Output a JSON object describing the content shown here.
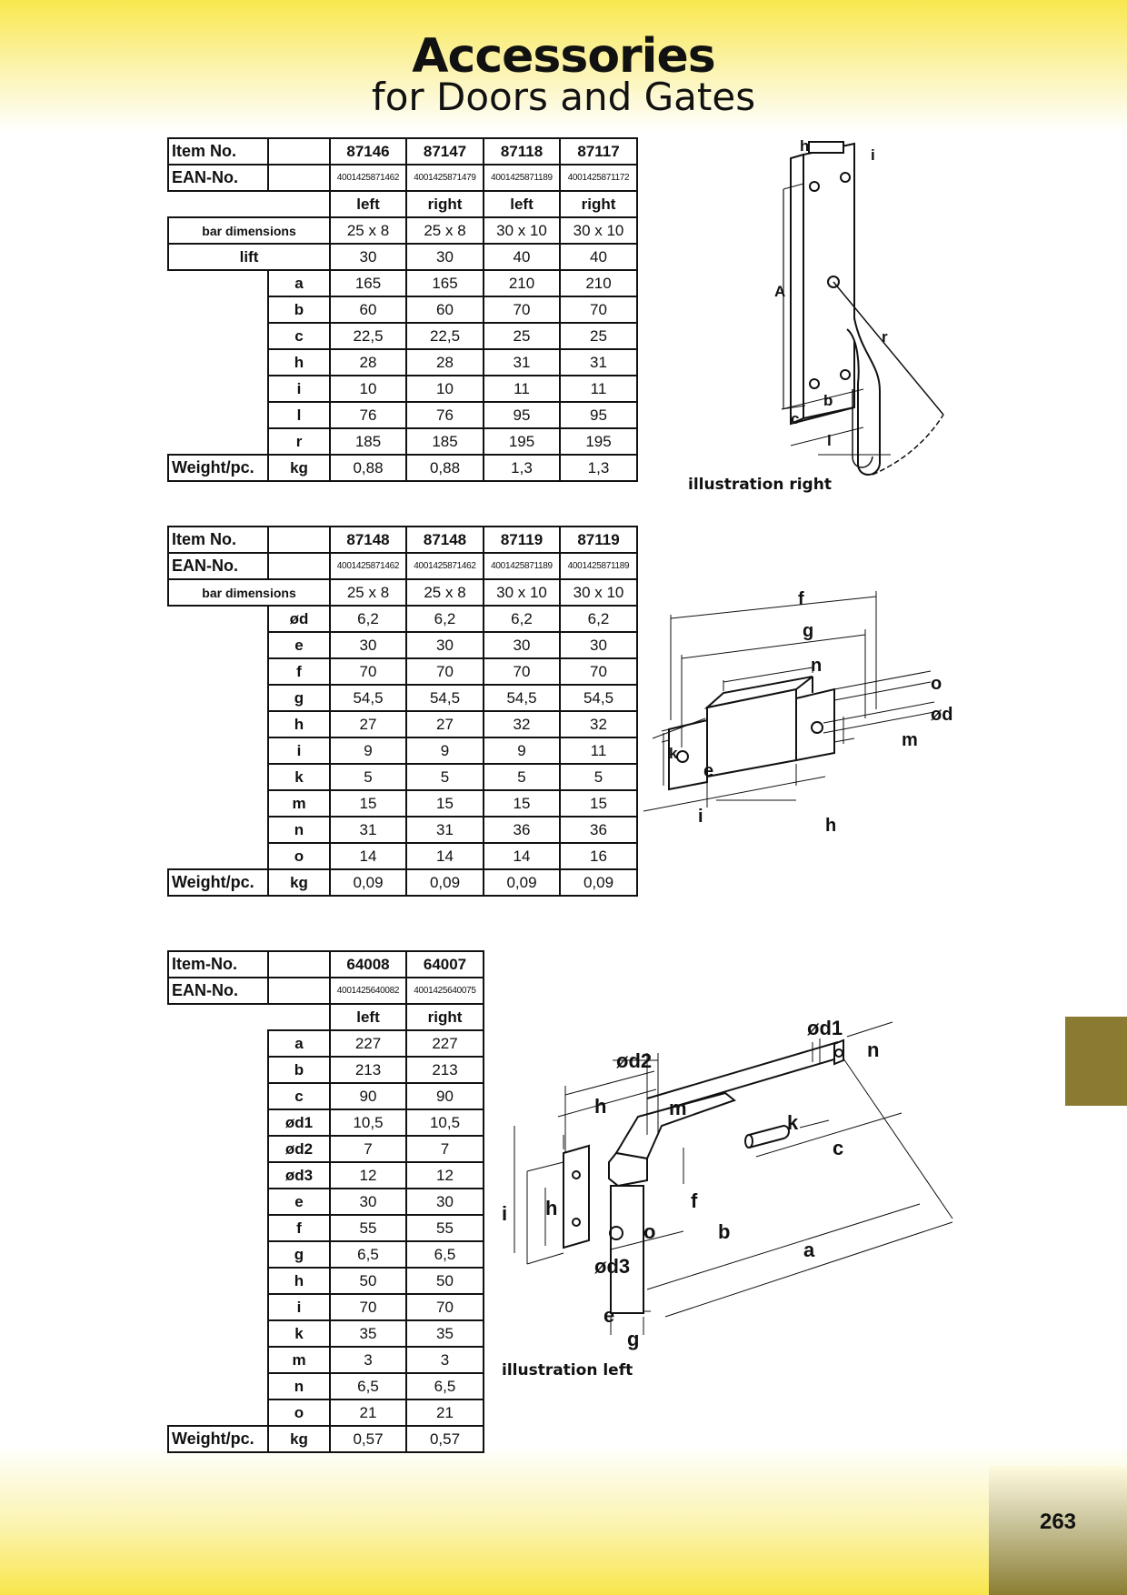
{
  "header": {
    "title": "Accessories",
    "subtitle": "for Doors and Gates"
  },
  "table1": {
    "item_label": "Item No.",
    "ean_label": "EAN-No.",
    "items": [
      "87146",
      "87147",
      "87118",
      "87117"
    ],
    "eans": [
      "4001425871462",
      "4001425871479",
      "4001425871189",
      "4001425871172"
    ],
    "sides": [
      "left",
      "right",
      "left",
      "right"
    ],
    "bar_label": "bar dimensions",
    "bar": [
      "25 x 8",
      "25 x 8",
      "30 x 10",
      "30 x 10"
    ],
    "lift_label": "lift",
    "lift": [
      "30",
      "30",
      "40",
      "40"
    ],
    "rows": [
      {
        "dim": "a",
        "v": [
          "165",
          "165",
          "210",
          "210"
        ]
      },
      {
        "dim": "b",
        "v": [
          "60",
          "60",
          "70",
          "70"
        ]
      },
      {
        "dim": "c",
        "v": [
          "22,5",
          "22,5",
          "25",
          "25"
        ]
      },
      {
        "dim": "h",
        "v": [
          "28",
          "28",
          "31",
          "31"
        ]
      },
      {
        "dim": "i",
        "v": [
          "10",
          "10",
          "11",
          "11"
        ]
      },
      {
        "dim": "l",
        "v": [
          "76",
          "76",
          "95",
          "95"
        ]
      },
      {
        "dim": "r",
        "v": [
          "185",
          "185",
          "195",
          "195"
        ]
      }
    ],
    "weight_label": "Weight/pc.",
    "weight_unit": "kg",
    "weight": [
      "0,88",
      "0,88",
      "1,3",
      "1,3"
    ]
  },
  "table2": {
    "item_label": "Item No.",
    "ean_label": "EAN-No.",
    "items": [
      "87148",
      "87148",
      "87119",
      "87119"
    ],
    "eans": [
      "4001425871462",
      "4001425871462",
      "4001425871189",
      "4001425871189"
    ],
    "bar_label": "bar dimensions",
    "bar": [
      "25 x 8",
      "25 x 8",
      "30 x 10",
      "30 x 10"
    ],
    "rows": [
      {
        "dim": "ød",
        "v": [
          "6,2",
          "6,2",
          "6,2",
          "6,2"
        ]
      },
      {
        "dim": "e",
        "v": [
          "30",
          "30",
          "30",
          "30"
        ]
      },
      {
        "dim": "f",
        "v": [
          "70",
          "70",
          "70",
          "70"
        ]
      },
      {
        "dim": "g",
        "v": [
          "54,5",
          "54,5",
          "54,5",
          "54,5"
        ]
      },
      {
        "dim": "h",
        "v": [
          "27",
          "27",
          "32",
          "32"
        ]
      },
      {
        "dim": "i",
        "v": [
          "9",
          "9",
          "9",
          "11"
        ]
      },
      {
        "dim": "k",
        "v": [
          "5",
          "5",
          "5",
          "5"
        ]
      },
      {
        "dim": "m",
        "v": [
          "15",
          "15",
          "15",
          "15"
        ]
      },
      {
        "dim": "n",
        "v": [
          "31",
          "31",
          "36",
          "36"
        ]
      },
      {
        "dim": "o",
        "v": [
          "14",
          "14",
          "14",
          "16"
        ]
      }
    ],
    "weight_label": "Weight/pc.",
    "weight_unit": "kg",
    "weight": [
      "0,09",
      "0,09",
      "0,09",
      "0,09"
    ]
  },
  "table3": {
    "item_label": "Item-No.",
    "ean_label": "EAN-No.",
    "items": [
      "64008",
      "64007"
    ],
    "eans": [
      "4001425640082",
      "4001425640075"
    ],
    "sides": [
      "left",
      "right"
    ],
    "rows": [
      {
        "dim": "a",
        "v": [
          "227",
          "227"
        ]
      },
      {
        "dim": "b",
        "v": [
          "213",
          "213"
        ]
      },
      {
        "dim": "c",
        "v": [
          "90",
          "90"
        ]
      },
      {
        "dim": "ød1",
        "v": [
          "10,5",
          "10,5"
        ]
      },
      {
        "dim": "ød2",
        "v": [
          "7",
          "7"
        ]
      },
      {
        "dim": "ød3",
        "v": [
          "12",
          "12"
        ]
      },
      {
        "dim": "e",
        "v": [
          "30",
          "30"
        ]
      },
      {
        "dim": "f",
        "v": [
          "55",
          "55"
        ]
      },
      {
        "dim": "g",
        "v": [
          "6,5",
          "6,5"
        ]
      },
      {
        "dim": "h",
        "v": [
          "50",
          "50"
        ]
      },
      {
        "dim": "i",
        "v": [
          "70",
          "70"
        ]
      },
      {
        "dim": "k",
        "v": [
          "35",
          "35"
        ]
      },
      {
        "dim": "m",
        "v": [
          "3",
          "3"
        ]
      },
      {
        "dim": "n",
        "v": [
          "6,5",
          "6,5"
        ]
      },
      {
        "dim": "o",
        "v": [
          "21",
          "21"
        ]
      }
    ],
    "weight_label": "Weight/pc.",
    "weight_unit": "kg",
    "weight": [
      "0,57",
      "0,57"
    ]
  },
  "drawings": {
    "d1_caption": "illustration right",
    "d1_labels": [
      "h",
      "i",
      "A",
      "r",
      "b",
      "c",
      "l"
    ],
    "d2_labels": [
      "f",
      "g",
      "n",
      "o",
      "ød",
      "m",
      "k",
      "e",
      "i",
      "h"
    ],
    "d3_caption": "illustration left",
    "d3_labels": [
      "ød1",
      "n",
      "ød2",
      "h",
      "m",
      "k",
      "c",
      "i",
      "h",
      "f",
      "o",
      "b",
      "a",
      "ød3",
      "e",
      "g"
    ]
  },
  "footer": {
    "page_number": "263"
  },
  "colors": {
    "header_yellow": "#f9e84e",
    "tab_olive": "#8b7b32"
  }
}
